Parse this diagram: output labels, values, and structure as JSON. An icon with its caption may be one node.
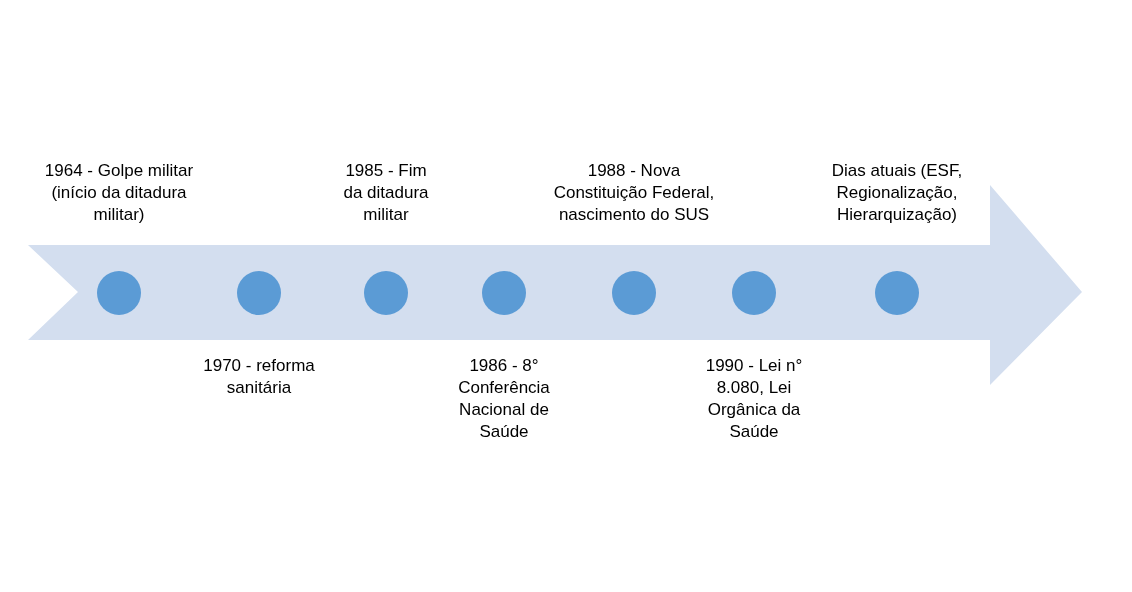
{
  "diagram": {
    "nodes": [
      {
        "text": [],
        "shape": "circle",
        "beside": [
          "1964 - Golpe militar (início da ditadura militar)"
        ]
      },
      {
        "text": [],
        "shape": "circle",
        "beside": [
          "1970 - reforma sanitária"
        ]
      },
      {
        "text": [],
        "shape": "circle",
        "beside": [
          "1985 - Fim da ditadura militar"
        ]
      },
      {
        "text": [],
        "shape": "circle",
        "beside": [
          "1986 - 8° Conferência Nacional de Saúde"
        ]
      },
      {
        "text": [],
        "shape": "circle",
        "beside": [
          "1988 - Nova Constituição Federal, nascimento do SUS"
        ]
      },
      {
        "text": [],
        "shape": "circle",
        "beside": [
          "1990 - Lei n° 8.080, Lei Orgânica da Saúde"
        ]
      },
      {
        "text": [],
        "shape": "circle",
        "beside": [
          "Dias atuais (ESF, Regionalização, Hierarquização)"
        ]
      }
    ]
  }
}
